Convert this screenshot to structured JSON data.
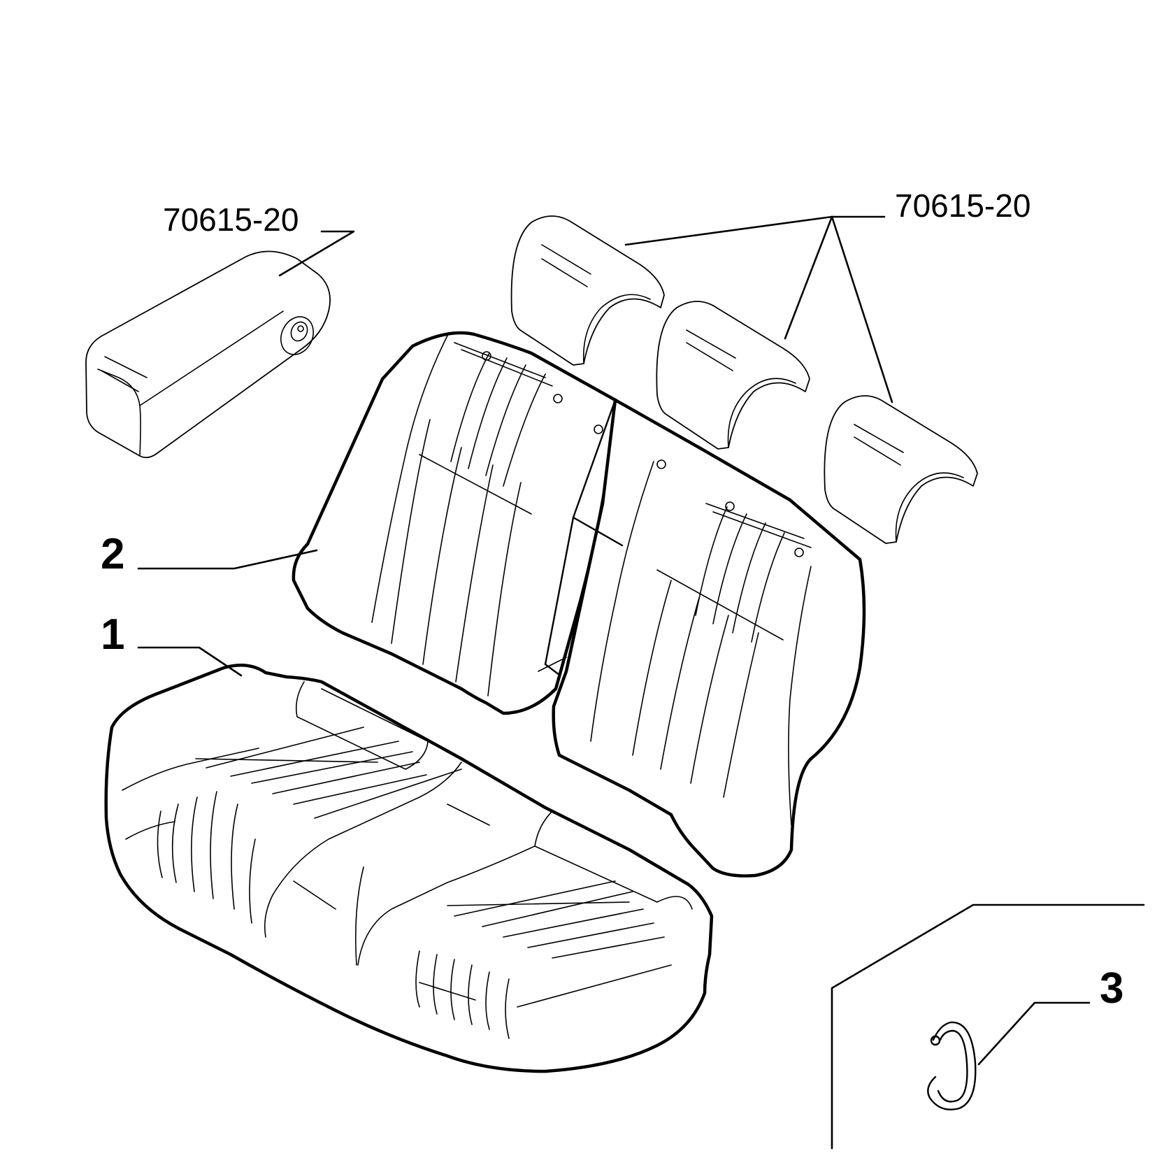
{
  "labels": {
    "ref_code_left": "70615-20",
    "ref_code_right": "70615-20",
    "item_1": "1",
    "item_2": "2",
    "item_3": "3"
  },
  "colors": {
    "line": "#000000",
    "background": "#ffffff"
  }
}
